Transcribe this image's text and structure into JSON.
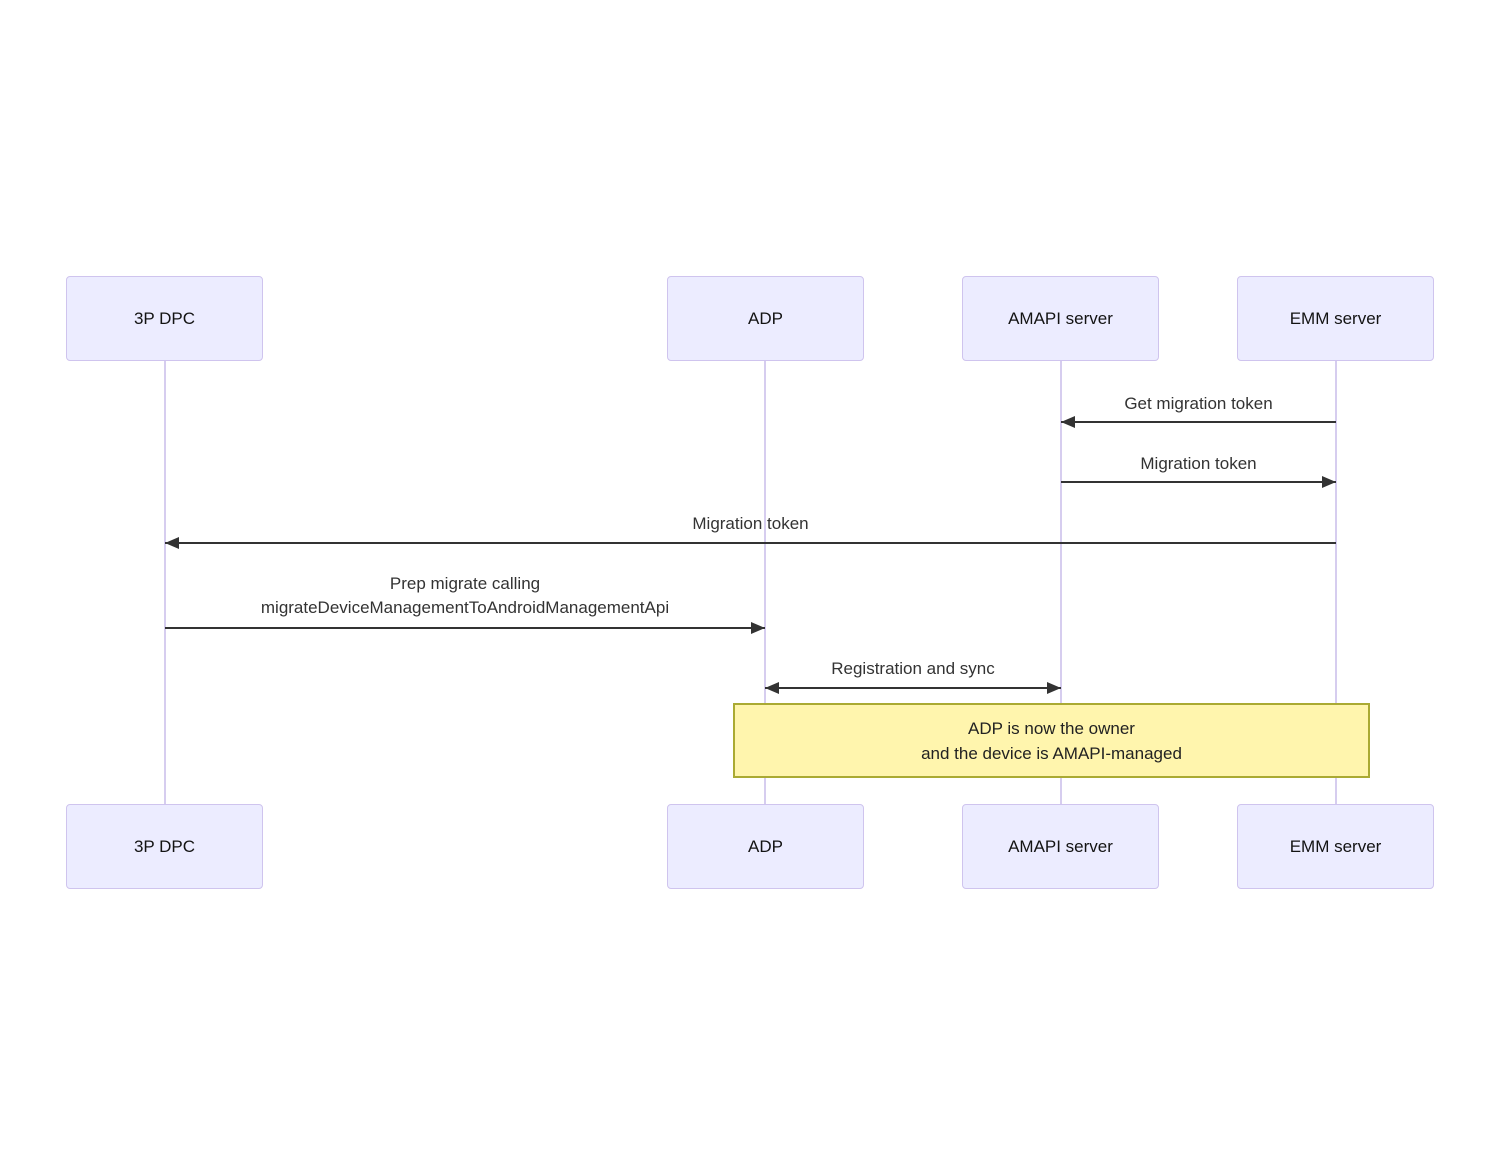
{
  "diagram_type": "sequence-diagram",
  "colors": {
    "background": "#FFFFFF",
    "actor_fill": "#ECECFF",
    "actor_border": "#CFC4EE",
    "lifeline": "#D6CDEF",
    "arrow": "#333333",
    "note_fill": "#FFF5AD",
    "note_border": "#AAAA33"
  },
  "actors": [
    {
      "label": "3P DPC"
    },
    {
      "label": "ADP"
    },
    {
      "label": "AMAPI server"
    },
    {
      "label": "EMM server"
    }
  ],
  "messages": [
    {
      "text": "Get migration token",
      "from": "EMM server",
      "to": "AMAPI server",
      "direction": "left"
    },
    {
      "text": "Migration token",
      "from": "AMAPI server",
      "to": "EMM server",
      "direction": "right"
    },
    {
      "text": "Migration token",
      "from": "EMM server",
      "to": "3P DPC",
      "direction": "left"
    },
    {
      "lines": [
        "Prep migrate calling",
        "migrateDeviceManagementToAndroidManagementApi"
      ],
      "from": "3P DPC",
      "to": "ADP",
      "direction": "right"
    },
    {
      "text": "Registration and sync",
      "from": "ADP",
      "to": "AMAPI server",
      "direction": "both"
    }
  ],
  "note": {
    "lines": [
      "ADP is now the owner",
      "and the device is AMAPI-managed"
    ],
    "spans": "ADP to EMM server"
  }
}
